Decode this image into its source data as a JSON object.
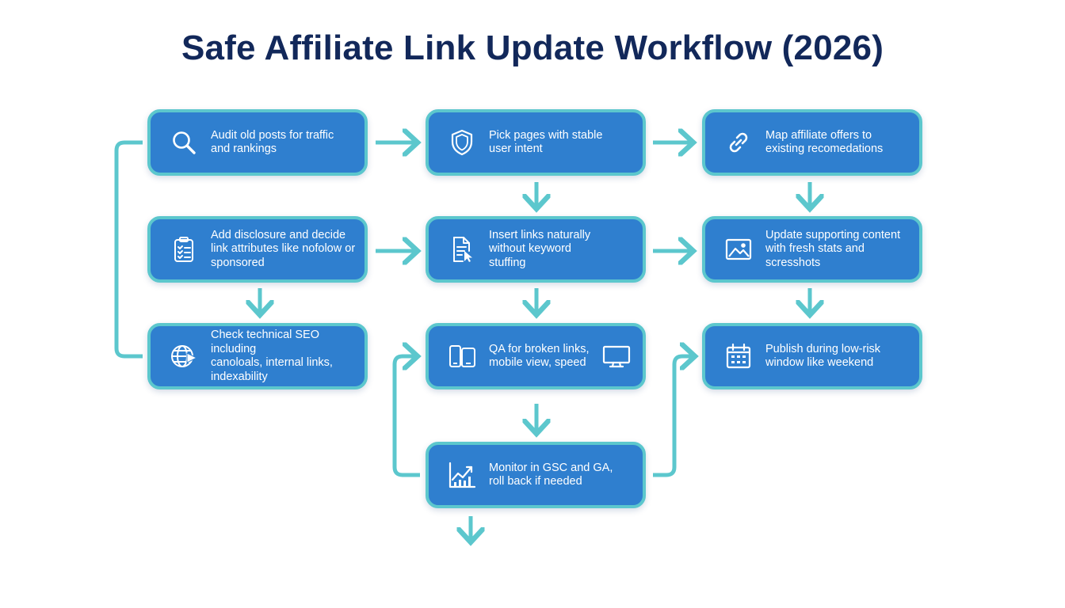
{
  "title": "Safe Affiliate Link Update Workflow (2026)",
  "steps": [
    {
      "label": "Audit old posts for traffic\nand rankings",
      "icon": "search-icon"
    },
    {
      "label": "Pick pages with stable\nuser intent",
      "icon": "shield-icon"
    },
    {
      "label": "Map affiliate offers to\nexisting recomedations",
      "icon": "link-icon"
    },
    {
      "label": "Add disclosure and decide\nlink attributes like nofolow or\nsponsored",
      "icon": "checklist-icon"
    },
    {
      "label": "Insert links naturally\nwithout keyword\nstuffing",
      "icon": "document-cursor-icon"
    },
    {
      "label": "Update supporting content\nwith fresh stats and\nscresshots",
      "icon": "image-icon"
    },
    {
      "label": "Check technical SEO including\ncanoloals, internal links,\nindexability",
      "icon": "globe-arrow-icon"
    },
    {
      "label": "QA for broken links,\nmobile view, speed",
      "icon": "mobile-icon",
      "icon2": "monitor-icon"
    },
    {
      "label": "Publish during low-risk\nwindow like weekend",
      "icon": "calendar-icon"
    },
    {
      "label": "Monitor in GSC and GA,\nroll back if needed",
      "icon": "growth-chart-icon"
    }
  ],
  "colors": {
    "title": "#12285a",
    "box_fill": "#2f7fcf",
    "box_border": "#5cc7cd",
    "connector": "#5cc7cd",
    "text": "#ffffff"
  }
}
